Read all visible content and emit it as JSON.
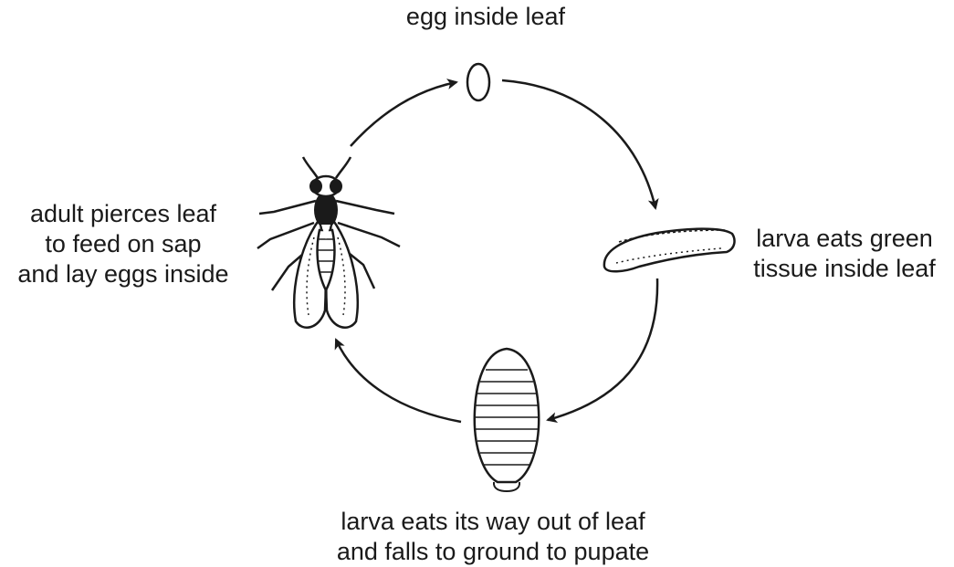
{
  "labels": {
    "egg": [
      "egg inside leaf"
    ],
    "larva": [
      "larva eats green",
      "tissue inside leaf"
    ],
    "adult": [
      "adult pierces leaf",
      "to feed on sap",
      "and lay eggs inside"
    ],
    "pupa": [
      "larva eats its way out of leaf",
      "and falls to ground to pupate"
    ]
  },
  "colors": {
    "ink": "#1a1a1a",
    "background": "#ffffff"
  }
}
